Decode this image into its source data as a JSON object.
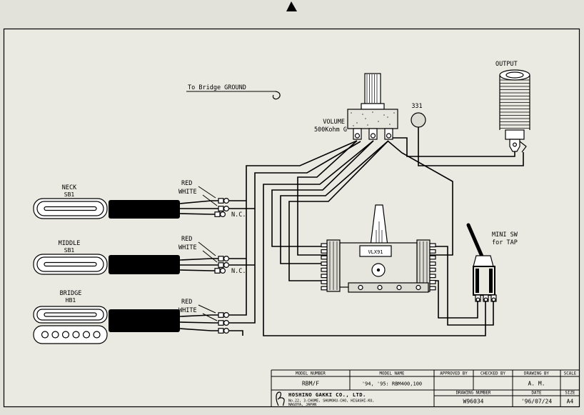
{
  "sheet": {
    "paper_color": "#ebeae2",
    "margin_color": "#e3e2da",
    "ink_color": "#000000"
  },
  "diagram": {
    "ground_label": "To Bridge GROUND",
    "volume_name": "VOLUME",
    "volume_value": "500Kohm G",
    "capacitor_value": "331",
    "output_label": "OUTPUT",
    "selector_switch_model": "VLX91",
    "mini_switch_line1": "MINI SW",
    "mini_switch_line2": "for TAP",
    "pickups": [
      {
        "position": "NECK",
        "model": "SB1",
        "wire1": "RED",
        "wire2": "WHITE",
        "wire3": "N.C."
      },
      {
        "position": "MIDDLE",
        "model": "SB1",
        "wire1": "RED",
        "wire2": "WHITE",
        "wire3": "N.C."
      },
      {
        "position": "BRIDGE",
        "model": "HB1",
        "wire1": "RED",
        "wire2": "WHITE"
      }
    ]
  },
  "title_block": {
    "model_number_label": "MODEL NUMBER",
    "model_number": "RBM/F",
    "model_name_label": "MODEL NAME",
    "model_name": "'94, '95: RBM400,100",
    "approved_by_label": "APPROVED BY",
    "checked_by_label": "CHECKED BY",
    "drawing_by_label": "DRAWING BY",
    "drawing_by": "A. M.",
    "scale_label": "SCALE",
    "company_name": "HOSHINO GAKKI CO., LTD.",
    "company_address_line1": "No.22, 3-CHOME, SHUMOKU-CHO, HIGASHI-KU,",
    "company_address_line2": "NAGOYA, JAPAN",
    "drawing_number_label": "DRAWING NUMBER",
    "drawing_number": "W96034",
    "date_label": "DATE",
    "date": "'96/07/24",
    "size_label": "SIZE",
    "size": "A4"
  }
}
